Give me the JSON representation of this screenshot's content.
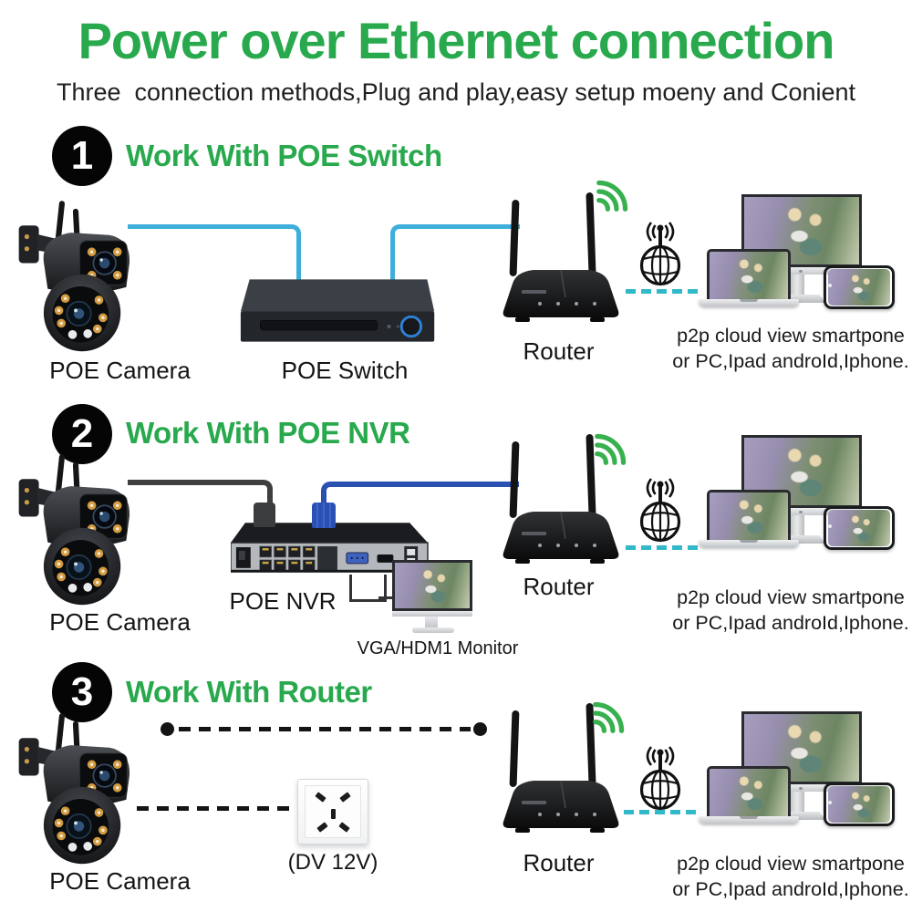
{
  "title": "Power over Ethernet connection",
  "subtitle": "Three  connection methods,Plug and play,easy setup moeny and Conient",
  "cloud_caption": {
    "line1": "p2p cloud view smartpone",
    "line2": "or PC,Ipad androId,Iphone."
  },
  "sections": [
    {
      "number": "1",
      "heading": "Work With POE Switch",
      "camera_label": "POE Camera",
      "device_label": "POE Switch",
      "router_label": "Router"
    },
    {
      "number": "2",
      "heading": "Work With POE NVR",
      "camera_label": "POE Camera",
      "device_label": "POE NVR",
      "monitor_label": "VGA/HDM1 Monitor",
      "router_label": "Router"
    },
    {
      "number": "3",
      "heading": "Work With Router",
      "camera_label": "POE Camera",
      "socket_label": "(DV 12V)",
      "router_label": "Router"
    }
  ],
  "colors": {
    "accent_green": "#29a94d",
    "cable_cyan": "#3eaedc",
    "cable_blue": "#2a50b2",
    "internet_dash_teal": "#2fb9c9",
    "badge_black": "#050505"
  }
}
